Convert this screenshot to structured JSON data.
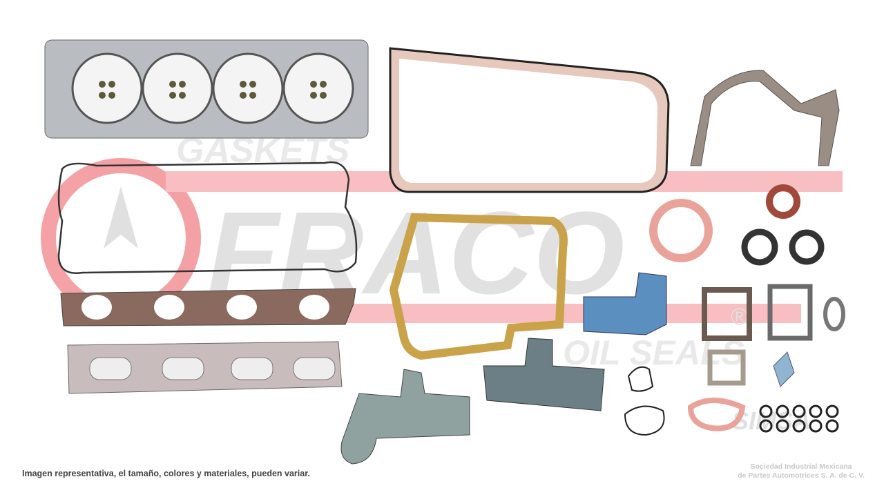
{
  "watermark": {
    "top_word": "GASKETS",
    "brand": "FRACO",
    "bottom_word": "OIL SEALS",
    "registered_mark": "®",
    "partner_logo": "SIMSA",
    "brand_color": "#e8303a",
    "text_color": "#cfcfcf"
  },
  "disclaimer": "Imagen representativa, el tamaño, colores y materiales, pueden variar.",
  "company": {
    "line1": "Sociedad Industrial Mexicana",
    "line2": "de Partes Automotrices S. A. de C. V."
  },
  "colors": {
    "steel": "#b9bcc0",
    "fiber_brown": "#8a6a5e",
    "gold": "#c9a24a",
    "blue": "#5b8fc0",
    "grey_green": "#8fa2a0",
    "pink": "#e9a39a",
    "rubber": "#2a2a2a"
  }
}
